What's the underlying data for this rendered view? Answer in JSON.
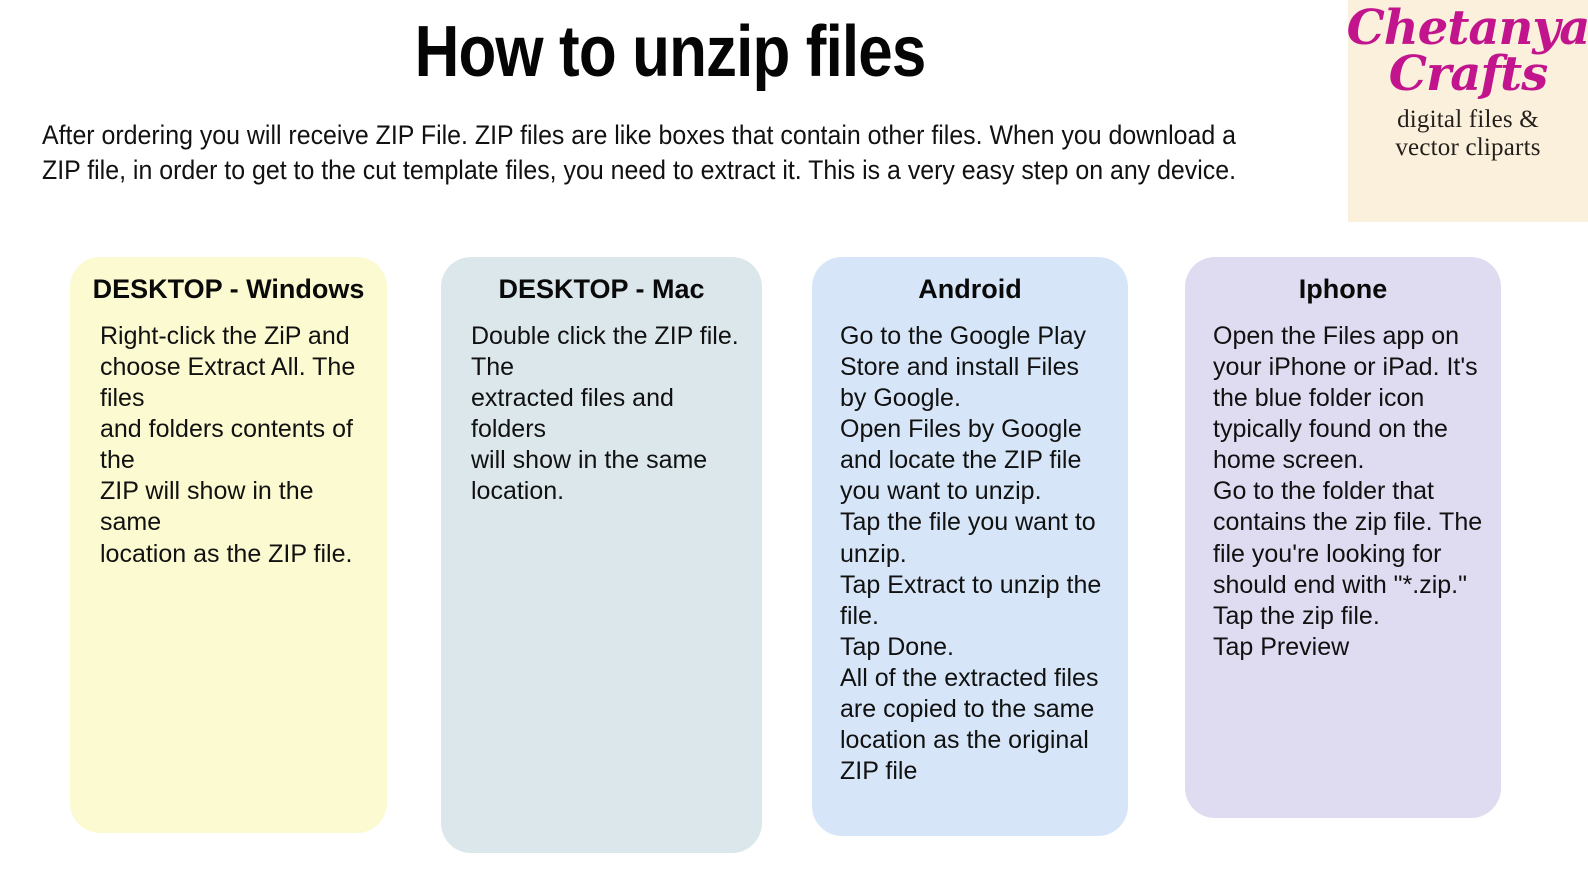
{
  "header": {
    "title": "How to unzip files",
    "intro": "After ordering you will receive ZIP File. ZIP files are like boxes that contain other files. When you download a ZIP file, in order to get to the cut template files, you need to extract it. This is a very easy step on any device."
  },
  "logo": {
    "script_line_1": "Chetanya",
    "script_line_2": "Crafts",
    "subtitle_line_1": "digital files &",
    "subtitle_line_2": "vector cliparts",
    "script_color": "#C2148C",
    "background_color": "#FBF0DC",
    "subtitle_color": "#241F1C"
  },
  "cards": [
    {
      "title": "DESKTOP - Windows",
      "body": "Right-click the ZiP and\nchoose Extract All. The files\nand folders contents of the\nZIP will show in the same\nlocation as the ZIP file.",
      "color": "#FCFAD0"
    },
    {
      "title": "DESKTOP - Mac",
      "body": "Double click the ZIP file. The\nextracted files and folders\nwill show in the same\nlocation.",
      "color": "#DCE7EC"
    },
    {
      "title": "Android",
      "body": "Go to the Google Play Store and install Files by Google.\nOpen Files by Google and locate the ZIP file you want to unzip.\nTap the file you want to unzip.\nTap Extract to unzip the file.\nTap Done.\nAll of the extracted files are copied to the same location as the original ZIP file",
      "color": "#D6E6F8"
    },
    {
      "title": "Iphone",
      "body": "Open the Files app on your iPhone or iPad. It's the blue folder icon typically found on the home screen.\nGo to the folder that contains the zip file. The file you're looking for should end with \"*.zip.\"\nTap the zip file.\nTap Preview",
      "color": "#DFDBF0"
    }
  ],
  "page": {
    "background_color": "#FFFFFF",
    "text_color": "#111111"
  }
}
